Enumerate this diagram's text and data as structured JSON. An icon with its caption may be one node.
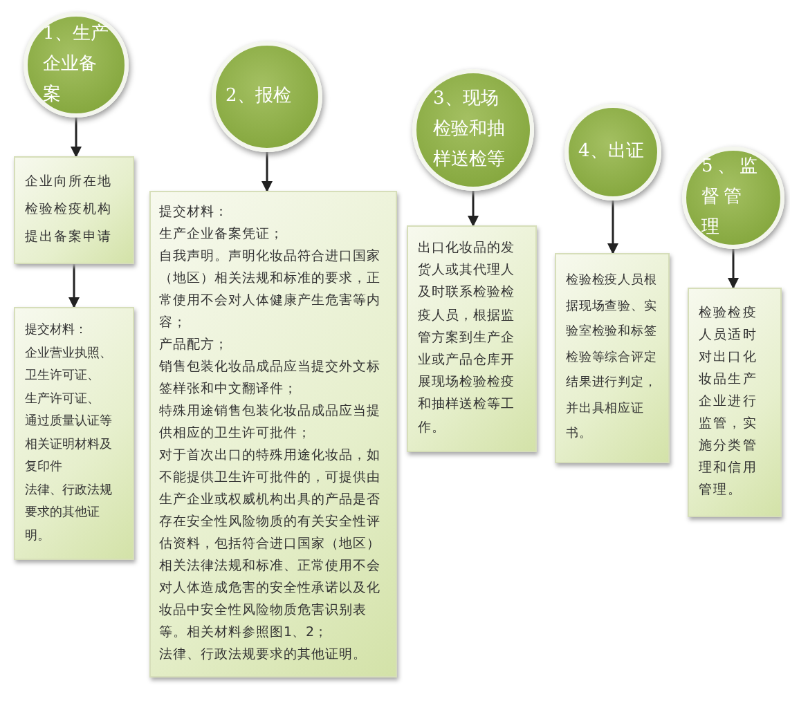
{
  "diagram": {
    "nodes": [
      {
        "text": [
          "1、生产企业备案"
        ]
      },
      {
        "text": [
          "企业向所在地检验检疫机构提出备案申请"
        ]
      },
      {
        "text": [
          "提交材料：",
          "企业营业执照、",
          "卫生许可证、",
          "生产许可证、",
          "通过质量认证等相关证明材料及复印件",
          "法律、行政法规要求的其他证明。"
        ]
      },
      {
        "text": [
          "2、报检"
        ]
      },
      {
        "text": [
          "提交材料：",
          "生产企业备案凭证；",
          "自我声明。声明化妆品符合进口国家（地区）相关法规和标准的要求，正常使用不会对人体健康产生危害等内容；",
          "产品配方；",
          "销售包装化妆品成品应当提交外文标签样张和中文翻译件；",
          "特殊用途销售包装化妆品成品应当提供相应的卫生许可批件；",
          "对于首次出口的特殊用途化妆品，如不能提供卫生许可批件的，可提供由生产企业或权威机构出具的产品是否存在安全性风险物质的有关安全性评估资料，包括符合进口国家（地区）相关法律法规和标准、正常使用不会对人体造成危害的安全性承诺以及化妆品中安全性风险物质危害识别表等。相关材料参照图1、2；",
          "法律、行政法规要求的其他证明。"
        ]
      },
      {
        "text": [
          "3、现场检验和抽样送检等"
        ]
      },
      {
        "text": [
          "出口化妆品的发货人或其代理人及时联系检验检疫人员，根据监管方案到生产企业或产品仓库开展现场检验检疫和抽样送检等工作。"
        ]
      },
      {
        "text": [
          "4、出证"
        ]
      },
      {
        "text": [
          "检验检疫人员根据现场查验、实验室检验和标签检验等综合评定结果进行判定，并出具相应证书。"
        ]
      },
      {
        "text": [
          "5、监督管理"
        ]
      },
      {
        "text": [
          "检验检疫人员适时对出口化妆品生产企业进行监管，实施分类管理和信用管理。"
        ]
      }
    ],
    "edges": [
      {
        "from": 0,
        "to": 1,
        "arrow": "to"
      },
      {
        "from": 1,
        "to": 2,
        "arrow": "to"
      },
      {
        "from": 3,
        "to": 4,
        "arrow": "to"
      },
      {
        "from": 5,
        "to": 6,
        "arrow": "to"
      },
      {
        "from": 7,
        "to": 8,
        "arrow": "to"
      },
      {
        "from": 9,
        "to": 10,
        "arrow": "to"
      }
    ]
  }
}
